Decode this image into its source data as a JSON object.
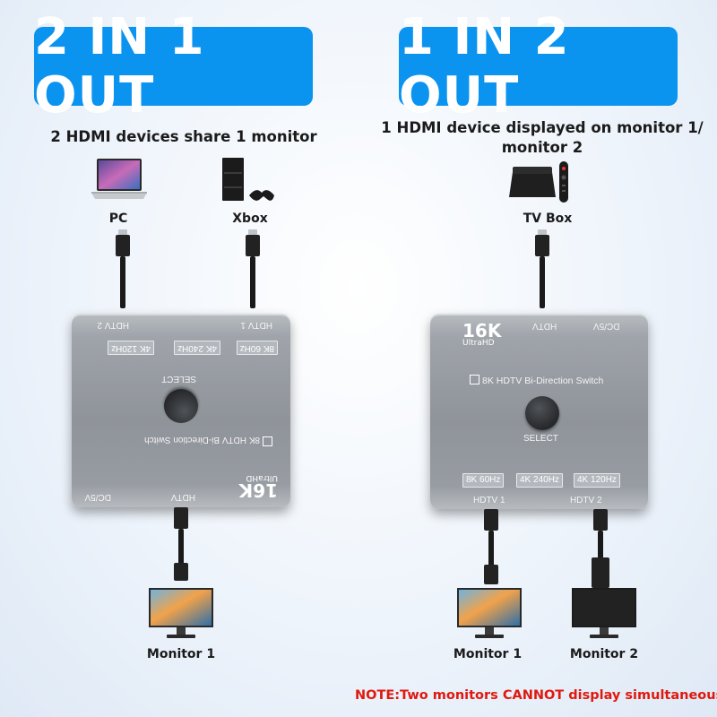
{
  "left": {
    "title": "2 IN 1 OUT",
    "subtitle": "2 HDMI devices share 1 monitor",
    "devices": {
      "pc": "PC",
      "xbox": "Xbox"
    },
    "monitor": "Monitor 1",
    "switch": {
      "port_hdtv2": "HDTV 2",
      "port_hdtv1": "HDTV 1",
      "port_hdtv": "HDTV",
      "port_dc": "DC/5V",
      "spec1": "8K 60Hz",
      "spec2": "4K 240Hz",
      "spec3": "4K 120Hz",
      "select": "SELECT",
      "name": "8K HDTV Bi-Direction Switch",
      "logo": "16K",
      "logo_sub": "UltraHD"
    }
  },
  "right": {
    "title": "1 IN 2 OUT",
    "subtitle_line1": "1 HDMI device displayed on monitor 1/",
    "subtitle_line2": "monitor 2",
    "device": "TV Box",
    "monitor1": "Monitor 1",
    "monitor2": "Monitor 2",
    "switch": {
      "logo": "16K",
      "logo_sub": "UltraHD",
      "port_hdtv": "HDTV",
      "port_dc": "DC/5V",
      "name": "8K HDTV Bi-Direction Switch",
      "select": "SELECT",
      "spec1": "8K 60Hz",
      "spec2": "4K 240Hz",
      "spec3": "4K 120Hz",
      "port_hdtv1": "HDTV 1",
      "port_hdtv2": "HDTV 2"
    }
  },
  "note": "NOTE:Two monitors CANNOT display simultaneously",
  "colors": {
    "badge": "#0b93f0",
    "note": "#e0190f",
    "switch_body": "#969ba1"
  }
}
